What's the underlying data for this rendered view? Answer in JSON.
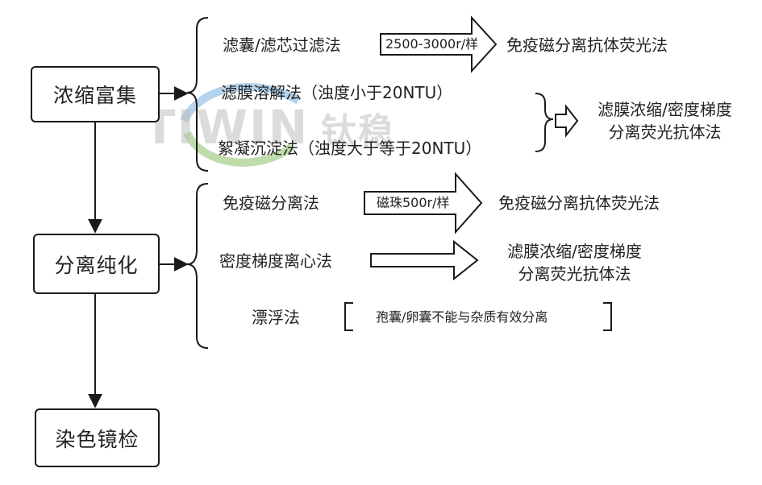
{
  "watermark": {
    "brand": "TIWIN",
    "brand_cn": "钛稳"
  },
  "steps": {
    "concentrate": "浓缩富集",
    "separate": "分离纯化",
    "stain": "染色镜检"
  },
  "concentrate_methods": {
    "filter": "滤囊/滤芯过滤法",
    "filter_condition": "2500-3000r/样",
    "filter_result": "免疫磁分离抗体荧光法",
    "membrane": "滤膜溶解法（浊度小于20NTU）",
    "flocculation": "絮凝沉淀法（浊度大于等于20NTU）",
    "group_result_line1": "滤膜浓缩/密度梯度",
    "group_result_line2": "分离荧光抗体法"
  },
  "separate_methods": {
    "ims": "免疫磁分离法",
    "ims_condition": "磁珠500r/样",
    "ims_result": "免疫磁分离抗体荧光法",
    "density": "密度梯度离心法",
    "density_result_line1": "滤膜浓缩/密度梯度",
    "density_result_line2": "分离荧光抗体法",
    "flotation": "漂浮法",
    "flotation_note": "孢囊/卵囊不能与杂质有效分离"
  }
}
